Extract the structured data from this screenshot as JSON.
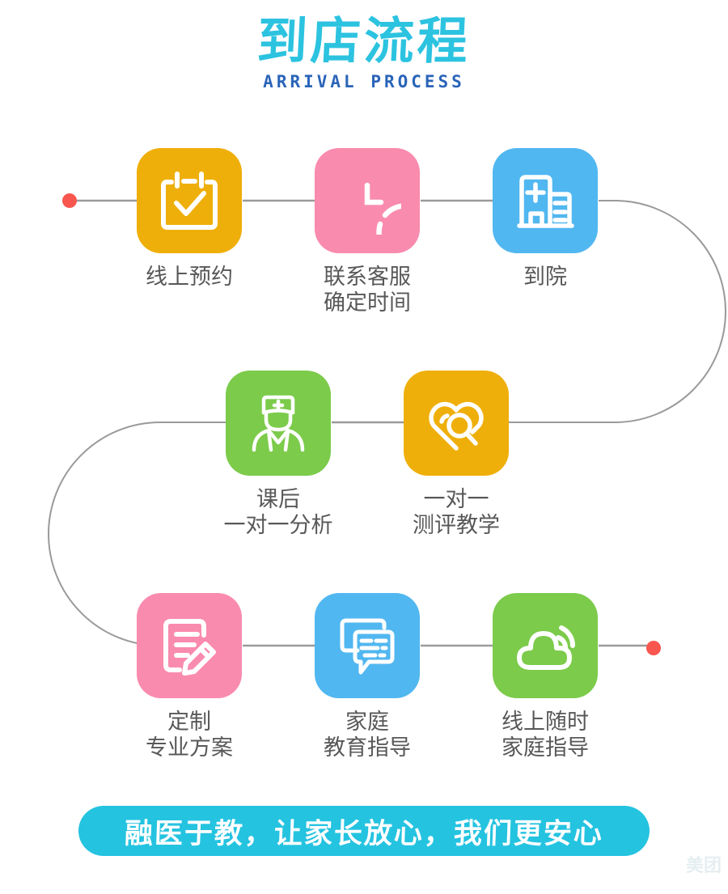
{
  "header": {
    "title_cn": "到店流程",
    "title_en": "ARRIVAL PROCESS",
    "title_cn_color": "#2CC3E0",
    "title_en_color": "#2A64B8"
  },
  "flow": {
    "line_color": "#9a9a9a",
    "dot_color": "#F9564F",
    "steps": [
      {
        "id": 1,
        "label": "线上预约",
        "icon": "calendar-check-icon",
        "color": "#EFAF0A"
      },
      {
        "id": 2,
        "label": "联系客服\n确定时间",
        "icon": "clock-icon",
        "color": "#F98BAE"
      },
      {
        "id": 3,
        "label": "到院",
        "icon": "hospital-icon",
        "color": "#51B7F0"
      },
      {
        "id": 4,
        "label": "课后\n一对一分析",
        "icon": "doctor-icon",
        "color": "#7CCB4B"
      },
      {
        "id": 5,
        "label": "一对一\n测评教学",
        "icon": "heart-search-icon",
        "color": "#EFAF0A"
      },
      {
        "id": 6,
        "label": "定制\n专业方案",
        "icon": "document-edit-icon",
        "color": "#F98BAE"
      },
      {
        "id": 7,
        "label": "家庭\n教育指导",
        "icon": "chat-bubbles-icon",
        "color": "#51B7F0"
      },
      {
        "id": 8,
        "label": "线上随时\n家庭指导",
        "icon": "cloud-signal-icon",
        "color": "#7CCB4B"
      }
    ]
  },
  "banner": {
    "text": "融医于教，让家长放心，我们更安心",
    "background": "#24C3E0",
    "text_color": "#FFFFFF"
  },
  "watermark": {
    "text": "美团",
    "text_secondary": "美团"
  }
}
